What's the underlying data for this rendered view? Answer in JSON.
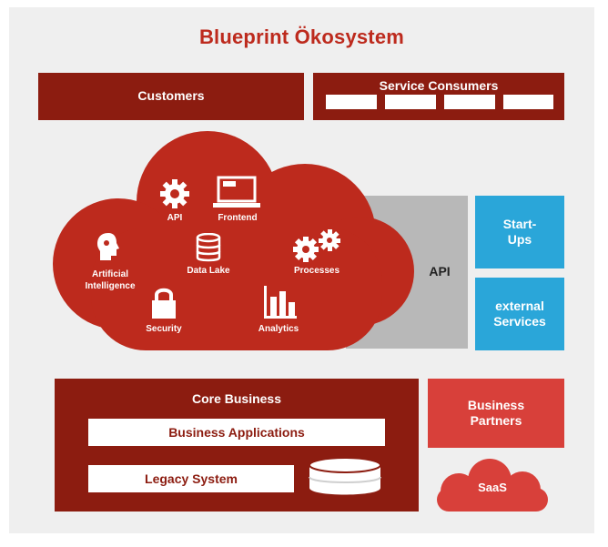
{
  "title": "Blueprint Ökosystem",
  "top": {
    "customers": "Customers",
    "service_consumers": "Service Consumers"
  },
  "cloud": {
    "api_label": "API",
    "frontend": "Frontend",
    "ai_line1": "Artificial",
    "ai_line2": "Intelligence",
    "data_lake": "Data Lake",
    "processes": "Processes",
    "security": "Security",
    "analytics": "Analytics"
  },
  "api_band_label": "API",
  "right": {
    "startups_line1": "Start-",
    "startups_line2": "Ups",
    "external_line1": "external",
    "external_line2": "Services"
  },
  "core": {
    "title": "Core Business",
    "apps": "Business Applications",
    "legacy": "Legacy System"
  },
  "partners": {
    "line1": "Business",
    "line2": "Partners",
    "saas": "SaaS"
  },
  "colors": {
    "dark_red": "#8c1c10",
    "cloud_red": "#bd2a1d",
    "partner_red": "#d8403a",
    "blue": "#2aa6d9",
    "grey_band": "#b8b8b8",
    "background": "#efefef"
  }
}
